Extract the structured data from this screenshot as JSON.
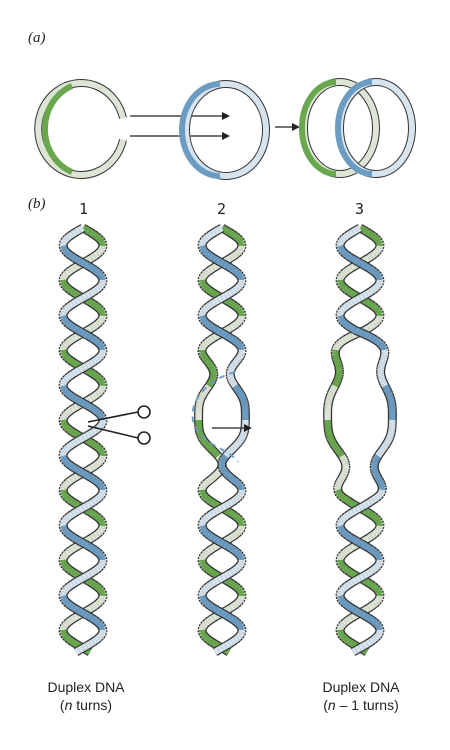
{
  "panel_a": {
    "label": "(a)"
  },
  "panel_b": {
    "label": "(b)",
    "steps": [
      {
        "number": "1"
      },
      {
        "number": "2"
      },
      {
        "number": "3"
      }
    ],
    "captions": {
      "left_line1": "Duplex DNA",
      "left_line2_n": "n",
      "left_line2_rest": " turns)",
      "left_line2_open": "(",
      "right_line1": "Duplex DNA",
      "right_line2_open": "(",
      "right_line2_n": "n",
      "right_line2_rest": " – 1 turns)"
    }
  },
  "colors": {
    "green_strand": "#6aa84f",
    "blue_strand": "#6d9cc3",
    "light_green": "#dde6d6",
    "light_blue": "#d6e4ef",
    "outline": "#333333",
    "dashed_strand": "#6d9cc3"
  },
  "icons": [
    "scissors-icon",
    "arrow-icon"
  ]
}
